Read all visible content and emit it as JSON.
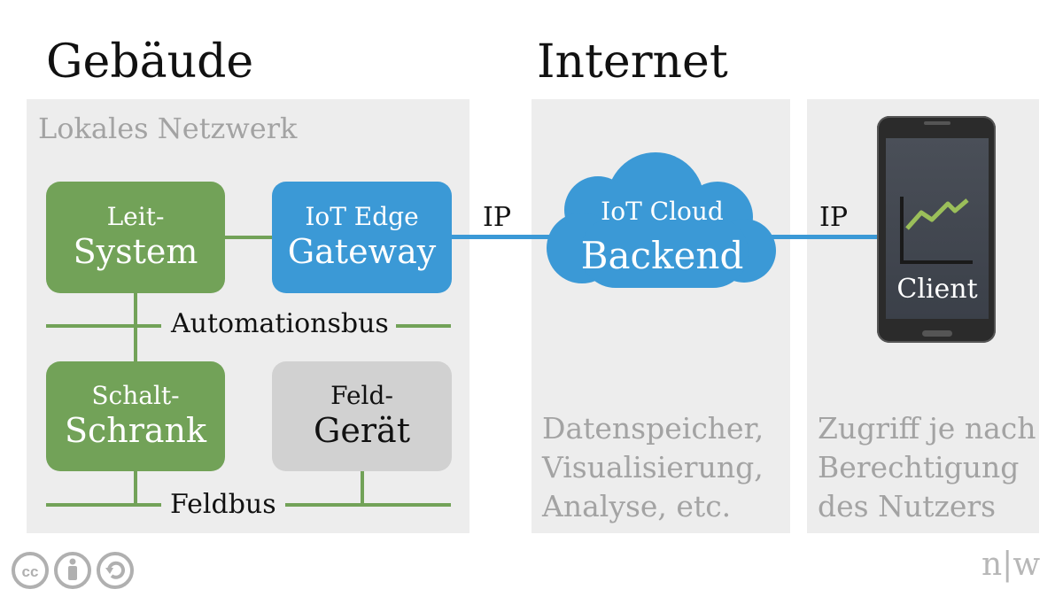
{
  "headings": {
    "building": "Gebäude",
    "internet": "Internet"
  },
  "panels": {
    "local_network": "Lokales Netzwerk",
    "cloud_description": [
      "Datenspeicher,",
      "Visualisierung,",
      "Analyse, etc."
    ],
    "client_description": [
      "Zugriff je nach",
      "Berechtigung",
      "des Nutzers"
    ]
  },
  "boxes": {
    "leitsystem": {
      "line1": "Leit-",
      "line2": "System"
    },
    "gateway": {
      "line1": "IoT Edge",
      "line2": "Gateway"
    },
    "schaltschrank": {
      "line1": "Schalt-",
      "line2": "Schrank"
    },
    "feldgeraet": {
      "line1": "Feld-",
      "line2": "Gerät"
    }
  },
  "buses": {
    "automation": "Automationsbus",
    "field": "Feldbus"
  },
  "connections": {
    "ip_left": "IP",
    "ip_right": "IP"
  },
  "cloud": {
    "line1": "IoT Cloud",
    "line2": "Backend"
  },
  "client": {
    "label": "Client"
  },
  "colors": {
    "green": "#72a258",
    "blue": "#3b99d6",
    "panel": "#ededed",
    "muted_text": "#a3a3a3"
  },
  "footer": {
    "license_icons": [
      "cc-icon",
      "by-icon",
      "share-alike-icon"
    ],
    "logo": "n|w"
  }
}
